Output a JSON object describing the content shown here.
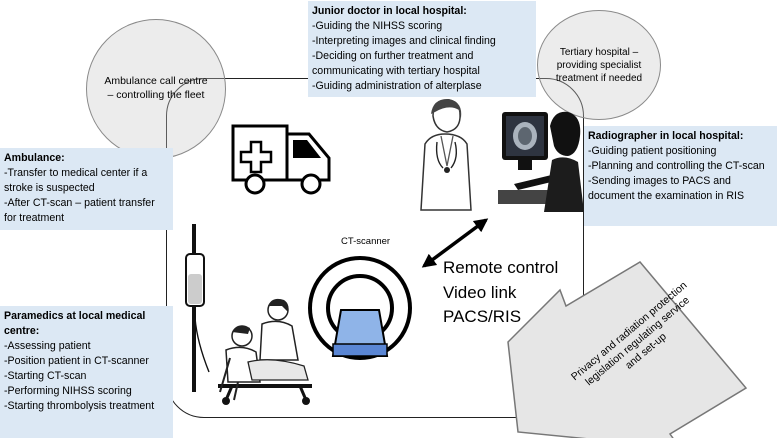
{
  "ambulance_centre": "Ambulance call centre – controlling the fleet",
  "tertiary_hospital": "Tertiary hospital – providing specialist treatment if needed",
  "junior_doctor": {
    "title": "Junior doctor in local hospital:",
    "items": [
      "-Guiding the NIHSS scoring",
      "-Interpreting images and clinical finding",
      "-Deciding on further treatment and communicating with tertiary hospital",
      "-Guiding administration of alterplase"
    ]
  },
  "ambulance": {
    "title": "Ambulance:",
    "items": [
      "-Transfer to medical center if a stroke is suspected",
      "-After CT-scan – patient transfer for treatment"
    ]
  },
  "radiographer": {
    "title": "Radiographer in local hospital:",
    "items": [
      "-Guiding patient positioning",
      "-Planning and controlling the CT-scan",
      "-Sending images to PACS and document the examination in RIS"
    ]
  },
  "paramedics": {
    "title": "Paramedics at local medical centre:",
    "items": [
      "-Assessing patient",
      "-Position patient in CT-scanner",
      "-Starting CT-scan",
      "-Performing NIHSS scoring",
      "-Starting thrombolysis treatment"
    ]
  },
  "ct_scanner_label": "CT-scanner",
  "remote_lines": [
    "Remote control",
    "Video link",
    "PACS/RIS"
  ],
  "legislation_text": "Privacy and radiation protection legislation regulating service and set-up"
}
